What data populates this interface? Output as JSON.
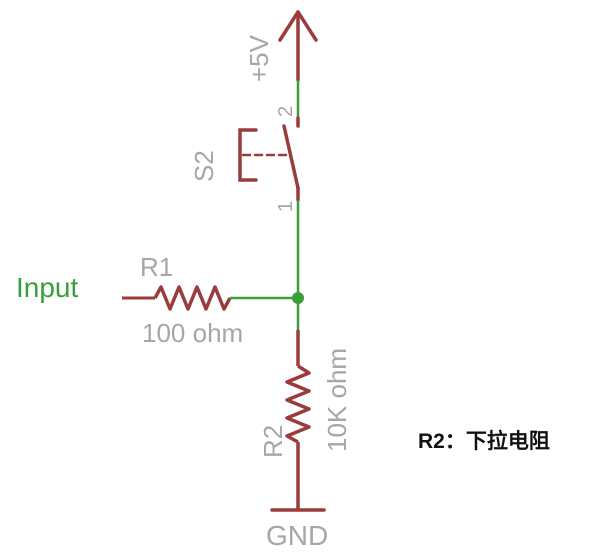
{
  "schematic": {
    "supply_label": "+5V",
    "switch": {
      "name": "S2",
      "pin_top": "2",
      "pin_bottom": "1"
    },
    "input_label": "Input",
    "r1": {
      "name": "R1",
      "value": "100 ohm"
    },
    "r2": {
      "name": "R2",
      "value": "10K ohm"
    },
    "ground_label": "GND"
  },
  "annotation": {
    "text": "R2：下拉电阻"
  },
  "colors": {
    "wire": "#3a9e3a",
    "component": "#9a3c3c",
    "label": "#a6a6a6"
  }
}
